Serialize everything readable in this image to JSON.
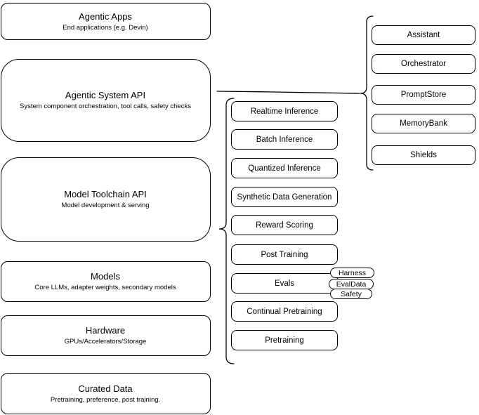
{
  "diagram": {
    "background": "#ffffff",
    "stroke_color": "#000000",
    "fill_color": "#ffffff",
    "left_column": {
      "boxes": [
        {
          "title": "Agentic Apps",
          "subtitle": "End applications (e.g. Devin)"
        },
        {
          "title": "Agentic System API",
          "subtitle": "System component orchestration, tool calls, safety checks"
        },
        {
          "title": "Model Toolchain API",
          "subtitle": "Model development & serving"
        },
        {
          "title": "Models",
          "subtitle": "Core LLMs, adapter weights, secondary models"
        },
        {
          "title": "Hardware",
          "subtitle": "GPUs/Accelerators/Storage"
        },
        {
          "title": "Curated Data",
          "subtitle": "Pretraining, preference, post training."
        }
      ]
    },
    "middle_column": {
      "boxes": [
        {
          "label": "Realtime Inference"
        },
        {
          "label": "Batch Inference"
        },
        {
          "label": "Quantized Inference"
        },
        {
          "label": "Synthetic Data Generation"
        },
        {
          "label": "Reward Scoring"
        },
        {
          "label": "Post Training"
        },
        {
          "label": "Evals"
        },
        {
          "label": "Continual Pretraining"
        },
        {
          "label": "Pretraining"
        }
      ],
      "eval_tags": [
        {
          "label": "Harness"
        },
        {
          "label": "EvalData"
        },
        {
          "label": "Safety"
        }
      ]
    },
    "right_column": {
      "boxes": [
        {
          "label": "Assistant"
        },
        {
          "label": "Orchestrator"
        },
        {
          "label": "PromptStore"
        },
        {
          "label": "MemoryBank"
        },
        {
          "label": "Shields"
        }
      ]
    }
  }
}
